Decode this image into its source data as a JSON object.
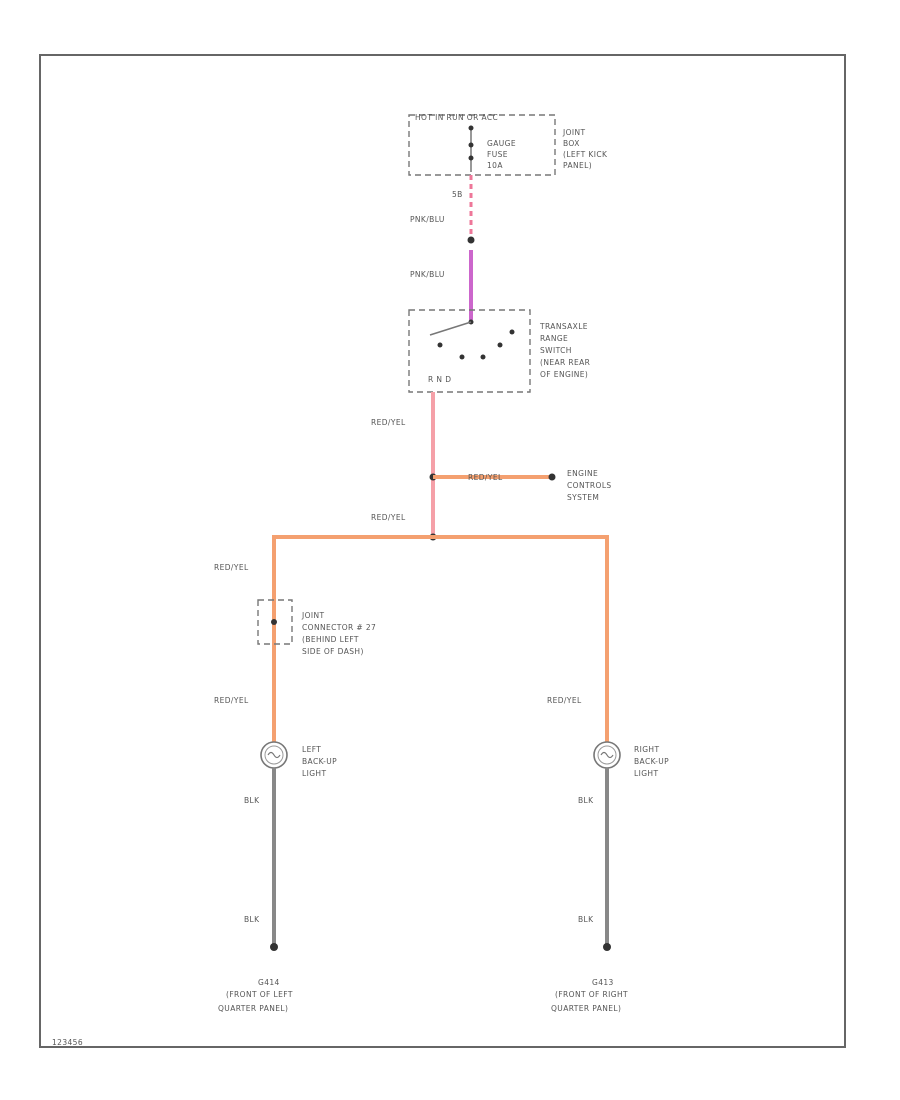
{
  "colors": {
    "red_yel": "#f4a070",
    "red_yel_light": "#f5a0a8",
    "pnk_blu": "#cc66cc",
    "pnk_dash": "#ee7799",
    "blk": "#8a8a8a",
    "frame": "#666666",
    "text": "#555555"
  },
  "fuse": {
    "header": "HOT IN RUN OR ACC",
    "fuse_name": "GAUGE",
    "fuse_sub": "FUSE",
    "fuse_amp": "10A",
    "junction_box": [
      "JOINT",
      "BOX",
      "(LEFT KICK",
      "PANEL)"
    ]
  },
  "wire_labels": {
    "w5": "5B",
    "pnk_blu_1": "PNK/BLU",
    "pnk_blu_2": "PNK/BLU",
    "red_yel_switch": "RED/YEL",
    "red_yel_engine": "RED/YEL",
    "red_yel_splice": "RED/YEL",
    "red_yel_left_top": "RED/YEL",
    "red_yel_left_bottom": "RED/YEL",
    "red_yel_right": "RED/YEL",
    "blk_left_1": "BLK",
    "blk_left_2": "BLK",
    "blk_right_1": "BLK",
    "blk_right_2": "BLK"
  },
  "transaxle_switch": {
    "label": [
      "TRANSAXLE",
      "RANGE",
      "SWITCH",
      "(NEAR REAR",
      "OF ENGINE)"
    ],
    "positions": "R  N  D"
  },
  "engine_controls": [
    "ENGINE",
    "CONTROLS",
    "SYSTEM"
  ],
  "joint_connector": [
    "JOINT",
    "CONNECTOR # 27",
    "(BEHIND LEFT",
    "SIDE OF DASH)"
  ],
  "left_light": [
    "LEFT",
    "BACK-UP",
    "LIGHT"
  ],
  "right_light": [
    "RIGHT",
    "BACK-UP",
    "LIGHT"
  ],
  "left_ground": [
    "G414",
    "(FRONT OF LEFT",
    "QUARTER PANEL)"
  ],
  "right_ground": [
    "G413",
    "(FRONT OF RIGHT",
    "QUARTER PANEL)"
  ],
  "diagram_id": "123456"
}
